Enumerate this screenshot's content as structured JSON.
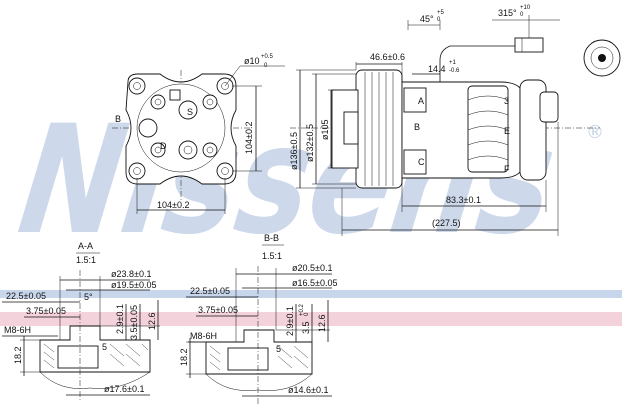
{
  "watermark": {
    "text": "Nissens",
    "registered": "®",
    "color": "#c5d3e8"
  },
  "stripes": {
    "blue": "#c8d6ec",
    "pink": "#f3d2dc"
  },
  "front_view": {
    "hole_dim": "ø10",
    "hole_tol": "+0.5",
    "hole_tol2": "0",
    "width_dim": "104±0.2",
    "height_dim": "104±0.2",
    "labels": {
      "s": "S",
      "b": "B",
      "d": "D"
    }
  },
  "side_view": {
    "angle1": "45°",
    "angle1_tol": "+5",
    "angle1_tol2": "0",
    "angle2": "315°",
    "angle2_tol": "+10",
    "angle2_tol2": "0",
    "dim_46": "46.6±0.6",
    "dim_14": "14.4",
    "dim_14_tol": "+1",
    "dim_14_tol2": "-0.6",
    "dia_136": "ø136±0.5",
    "dia_132": "ø132±0.5",
    "dia_105": "ø105",
    "dim_83": "83.3±0.1",
    "dim_227": "(227.5)",
    "markers": [
      "A",
      "B",
      "C",
      "E",
      "F",
      "3"
    ]
  },
  "section_aa": {
    "title": "A-A",
    "scale": "1.5:1",
    "d1": "ø23.8±0.1",
    "d2": "ø19.5±0.05",
    "d3": "ø17.6±0.1",
    "h1": "22.5±0.05",
    "h2": "3.75±0.05",
    "thread": "M8-6H",
    "v1": "2.9±0.1",
    "v2": "3.5±0.05",
    "v3": "12.6",
    "v4": "18.2",
    "angle": "5°",
    "mark": "5"
  },
  "section_bb": {
    "title": "B-B",
    "scale": "1.5:1",
    "d1": "ø20.5±0.1",
    "d2": "ø16.5±0.05",
    "d3": "ø14.6±0.1",
    "h1": "22.5±0.05",
    "h2": "3.75±0.05",
    "thread": "M8-6H",
    "v1": "2.9±0.1",
    "v2": "3.5",
    "v2_tol": "+0.2",
    "v2_tol2": "0",
    "v3": "12.6",
    "v4": "18.2",
    "mark": "5"
  }
}
